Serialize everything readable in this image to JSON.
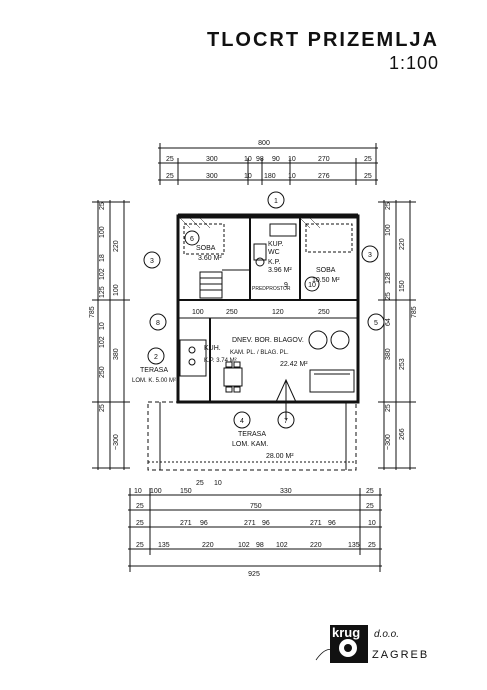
{
  "title": {
    "line1": "TLOCRT PRIZEMLJA",
    "line2": "1:100"
  },
  "axis_markers": [
    "1",
    "2",
    "3",
    "3",
    "4",
    "5",
    "6",
    "7",
    "8",
    "9",
    "10"
  ],
  "top_dims": {
    "total": "800",
    "row1": [
      "25",
      "300",
      "10",
      "98",
      "90",
      "10",
      "270",
      "25"
    ],
    "row2": [
      "25",
      "300",
      "10",
      "180",
      "10",
      "276",
      "25"
    ]
  },
  "left_dims": [
    "25",
    "100",
    "220",
    "18",
    "102",
    "125",
    "100",
    "785",
    "10",
    "102",
    "380",
    "250",
    "25",
    "~300"
  ],
  "right_dims": [
    "25",
    "100",
    "220",
    "25",
    "150",
    "128",
    "64",
    "785",
    "253",
    "380",
    "25",
    "~300",
    "266"
  ],
  "bottom_dims": {
    "row1": [
      "10",
      "100",
      "150",
      "25",
      "10",
      "330",
      "25"
    ],
    "row2": [
      "25",
      "750",
      "25"
    ],
    "row3": [
      "25",
      "271",
      "96",
      "271",
      "96",
      "271",
      "96",
      "10"
    ],
    "row4": [
      "25",
      "135",
      "220",
      "102",
      "98",
      "102",
      "220",
      "135",
      "25"
    ],
    "total": "925"
  },
  "inner_dims": [
    "100",
    "250",
    "120",
    "250"
  ],
  "rooms": [
    {
      "name": "SOBA",
      "sub": "3.60 M²"
    },
    {
      "name": "KUP.",
      "sub": "WC"
    },
    {
      "name": "K.P.",
      "sub": "3.96 M²"
    },
    {
      "name": "SOBA",
      "sub": "10.50 M²"
    },
    {
      "name": "PREDPROSTOR",
      "sub": ""
    },
    {
      "name": "TERASA",
      "sub": "LOM. K. 5.00 M²"
    },
    {
      "name": "KUH.",
      "sub": "K.P. 3.74 M²"
    },
    {
      "name": "DNEV. BOR. BLAGOV.",
      "sub": "KAM. PL. / BLAG. PL."
    },
    {
      "name": "22.42 M²",
      "sub": ""
    },
    {
      "name": "TERASA",
      "sub": "LOM. KAM."
    },
    {
      "name": "28.00 M²",
      "sub": ""
    }
  ],
  "logo": {
    "brand": "krug",
    "suffix": "d.o.o.",
    "city": "ZAGREB"
  }
}
